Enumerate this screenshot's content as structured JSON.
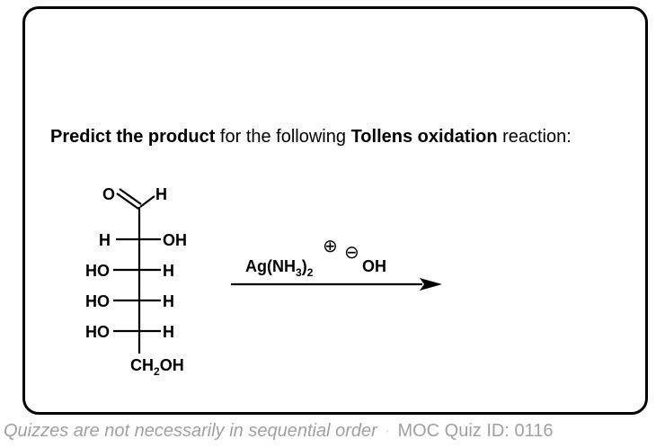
{
  "question": {
    "bold1": "Predict the product",
    "text1": " for the following ",
    "bold2": "Tollens oxidation",
    "text2": " reaction:"
  },
  "molecule": {
    "aldehyde_O": "O",
    "aldehyde_H": "H",
    "c2_left": "H",
    "c2_right": "OH",
    "c3_left": "HO",
    "c3_right": "H",
    "c4_left": "HO",
    "c4_right": "H",
    "c5_left": "HO",
    "c5_right": "H",
    "c6_main": "CH",
    "c6_sub": "2",
    "c6_tail": "OH"
  },
  "reagent": {
    "main": "Ag(NH",
    "sub3": "3",
    "close": ")",
    "sub2": "2",
    "plus": "⊕",
    "minus": "⊖",
    "hydroxide": "OH"
  },
  "footer": {
    "left_text": "Quizzes are not necessarily in sequential order",
    "separator": "·",
    "right_text": "MOC Quiz ID: 0116"
  }
}
